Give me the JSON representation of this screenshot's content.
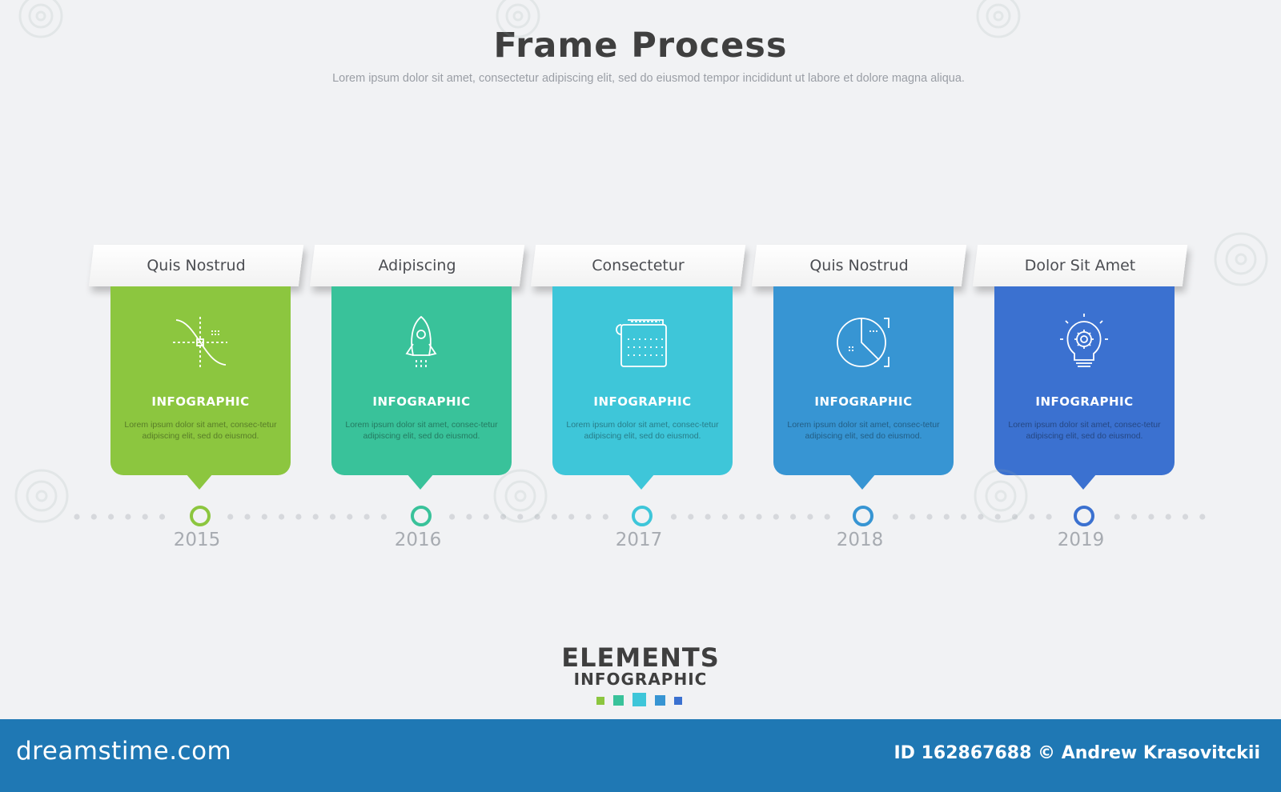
{
  "header": {
    "title": "Frame Process",
    "subtitle": "Lorem ipsum dolor sit amet, consectetur adipiscing elit, sed do eiusmod tempor incididunt ut labore et dolore magna aliqua."
  },
  "steps": [
    {
      "tab_label": "Quis Nostrud",
      "heading": "INFOGRAPHIC",
      "text": "Lorem ipsum dolor sit amet, consec-tetur adipiscing elit, sed do eiusmod.",
      "year": "2015",
      "color": "#8cc63f",
      "icon": "curve-graph-icon"
    },
    {
      "tab_label": "Adipiscing",
      "heading": "INFOGRAPHIC",
      "text": "Lorem ipsum dolor sit amet, consec-tetur adipiscing elit, sed do eiusmod.",
      "year": "2016",
      "color": "#39c29a",
      "icon": "rocket-icon"
    },
    {
      "tab_label": "Consectetur",
      "heading": "INFOGRAPHIC",
      "text": "Lorem ipsum dolor sit amet, consec-tetur adipiscing elit, sed do eiusmod.",
      "year": "2017",
      "color": "#3ec6d9",
      "icon": "calendar-icon"
    },
    {
      "tab_label": "Quis Nostrud",
      "heading": "INFOGRAPHIC",
      "text": "Lorem ipsum dolor sit amet, consec-tetur adipiscing elit, sed do eiusmod.",
      "year": "2018",
      "color": "#3795d3",
      "icon": "pie-chart-icon"
    },
    {
      "tab_label": "Dolor Sit Amet",
      "heading": "INFOGRAPHIC",
      "text": "Lorem ipsum dolor sit amet, consec-tetur adipiscing elit, sed do eiusmod.",
      "year": "2019",
      "color": "#3b71d0",
      "icon": "lightbulb-gear-icon"
    }
  ],
  "brand": {
    "line1": "ELEMENTS",
    "line2": "INFOGRAPHIC",
    "square_colors": [
      "#8cc63f",
      "#39c29a",
      "#3ec6d9",
      "#3795d3",
      "#3b71d0"
    ]
  },
  "footer": {
    "logo": "dreamstime.com",
    "credit": "ID 162867688 © Andrew Krasovitckii",
    "background": "#1f78b4"
  },
  "timeline": {
    "dot_color": "#d6d8dc"
  }
}
